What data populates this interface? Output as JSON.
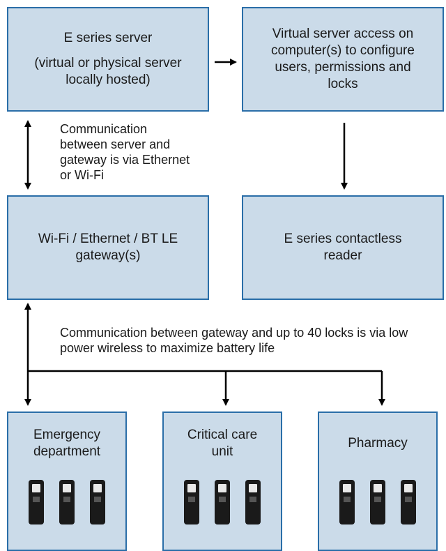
{
  "server": {
    "title": "E series server",
    "subtitle": "(virtual or physical server locally hosted)"
  },
  "virtual_access": {
    "text": "Virtual server access on computer(s) to configure users, permissions and locks"
  },
  "gateway": {
    "text": "Wi-Fi / Ethernet / BT LE gateway(s)"
  },
  "reader": {
    "text": "E series contactless reader"
  },
  "notes": {
    "server_gateway": "Communication between server and gateway is via Ethernet or Wi-Fi",
    "gateway_locks": "Communication between gateway and up to 40 locks is via low power wireless to maximize battery life"
  },
  "departments": [
    {
      "name": "Emergency department",
      "lock_count": 3
    },
    {
      "name": "Critical care unit",
      "lock_count": 3
    },
    {
      "name": "Pharmacy",
      "lock_count": 3
    }
  ],
  "colors": {
    "box_fill": "#cbdbe9",
    "box_border": "#2a6ea8",
    "line": "#000000",
    "lock_body": "#1a1a1a"
  }
}
